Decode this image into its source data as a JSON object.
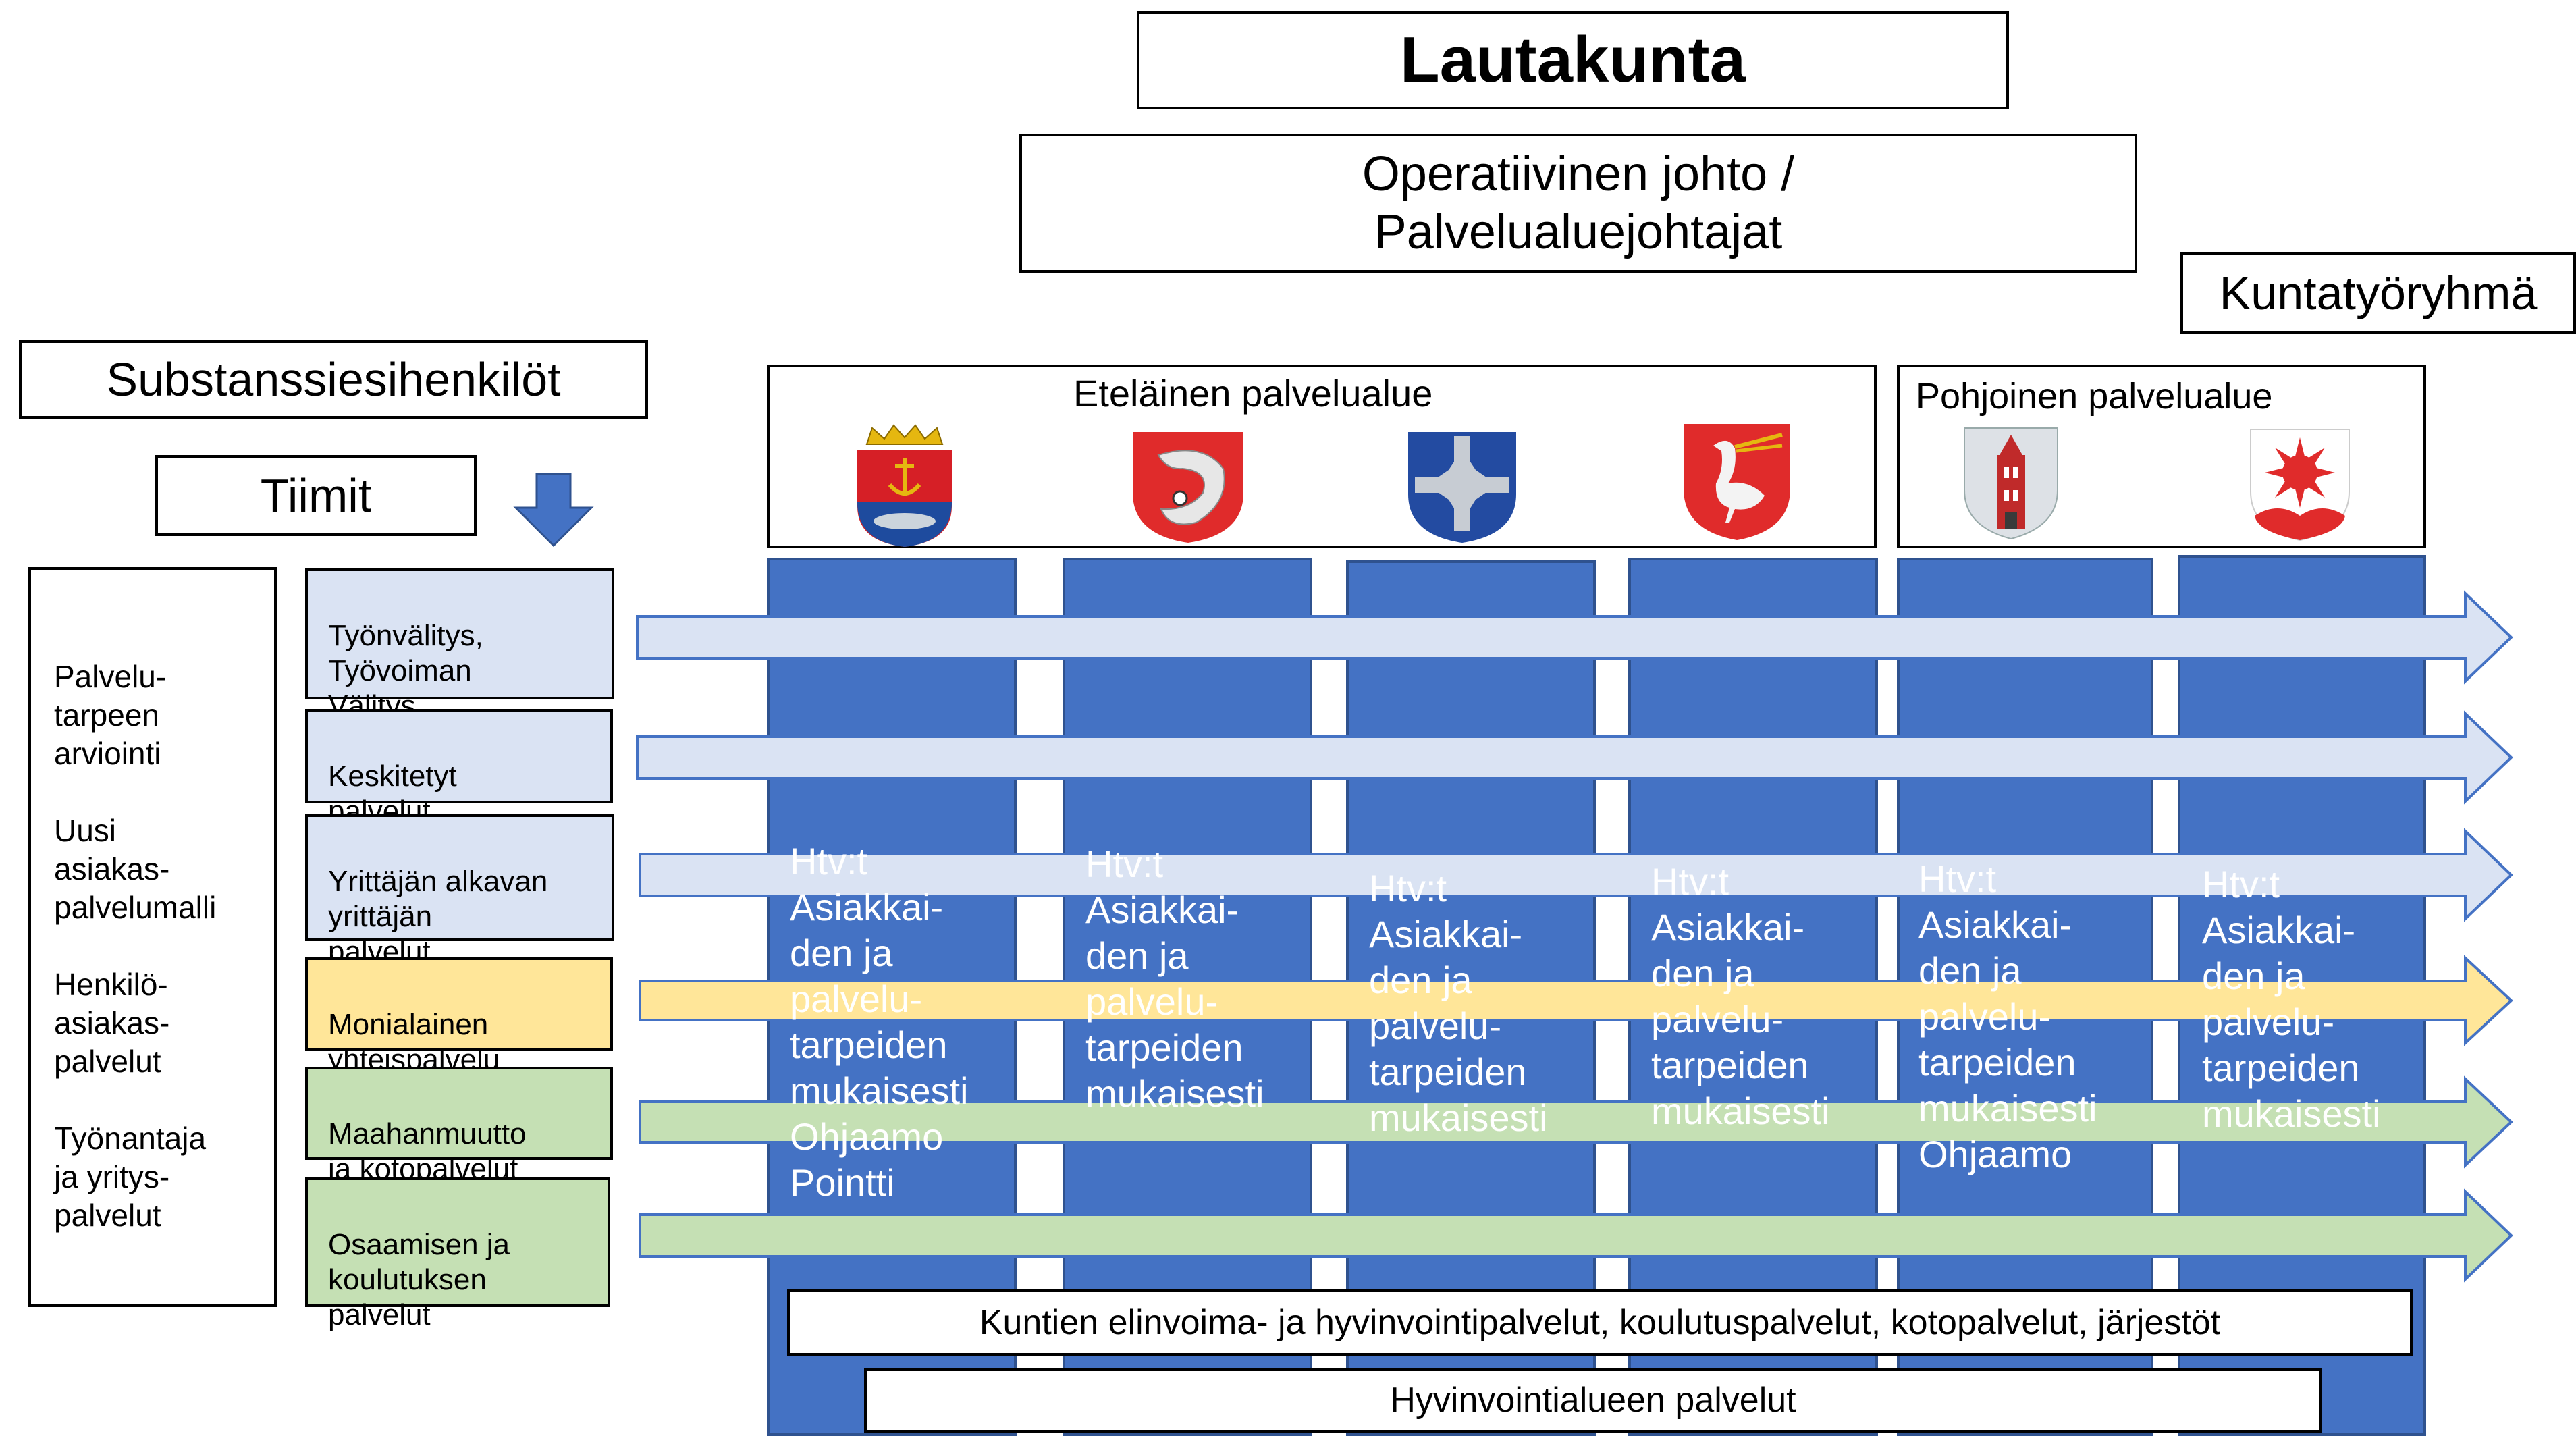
{
  "title": "Lautakunta",
  "operative": "Operatiivinen johto /\nPalvelualuejohtajat",
  "kuntatyoryhma": "Kuntatyöryhmä",
  "substanssi": "Substanssiesihenkilöt",
  "tiimit": "Tiimit",
  "left_functions": "Palvelu-\ntarpeen\narviointi\n\nUusi\nasiakas-\npalvelumalli\n\nHenkilö-\nasiakas-\npalvelut\n\nTyönantaja\nja yritys-\npalvelut",
  "teams": [
    {
      "label": "Työnvälitys,\nTyövoiman\nVälitys",
      "color": "#dae3f3"
    },
    {
      "label": "Keskitetyt\npalvelut",
      "color": "#dae3f3"
    },
    {
      "label": "Yrittäjän alkavan\nyrittäjän\npalvelut",
      "color": "#dae3f3"
    },
    {
      "label": "Monialainen\nyhteispalvelu",
      "color": "#ffe699"
    },
    {
      "label": "Maahanmuutto\nja kotopalvelut",
      "color": "#c5e0b4"
    },
    {
      "label": "Osaamisen ja\nkoulutuksen\npalvelut",
      "color": "#c5e0b4"
    }
  ],
  "regions": {
    "south": "Eteläinen palvelualue",
    "north": "Pohjoinen palvelualue"
  },
  "crests": [
    {
      "icon": "crown-anchor-fish-crest-icon"
    },
    {
      "icon": "pike-crest-icon"
    },
    {
      "icon": "blue-cross-crest-icon"
    },
    {
      "icon": "crane-bird-crest-icon"
    },
    {
      "icon": "red-tower-crest-icon"
    },
    {
      "icon": "sun-crest-icon"
    }
  ],
  "columns": [
    {
      "text": "Htv:t\nAsiakkai-\nden ja\npalvelu-\ntarpeiden\nmukaisesti\nOhjaamo\nPointti"
    },
    {
      "text": "Htv:t\nAsiakkai-\nden ja\npalvelu-\ntarpeiden\nmukaisesti"
    },
    {
      "text": "Htv:t\nAsiakkai-\nden ja\npalvelu-\ntarpeiden\nmukaisesti"
    },
    {
      "text": "Htv:t\nAsiakkai-\nden ja\npalvelu-\ntarpeiden\nmukaisesti"
    },
    {
      "text": "Htv:t\nAsiakkai-\nden ja\npalvelu-\ntarpeiden\nmukaisesti\nOhjaamo"
    },
    {
      "text": "Htv:t\nAsiakkai-\nden ja\npalvelu-\ntarpeiden\nmukaisesti"
    }
  ],
  "bottom1": "Kuntien elinvoima- ja hyvinvointipalvelut, koulutuspalvelut, kotopalvelut, järjestöt",
  "bottom2": "Hyvinvointialueen palvelut",
  "colors": {
    "column_blue": "#4472c4",
    "arrow_blue": "#dae3f3",
    "arrow_yellow": "#ffe699",
    "arrow_green": "#c5e0b4",
    "arrow_stroke": "#4472c4"
  }
}
